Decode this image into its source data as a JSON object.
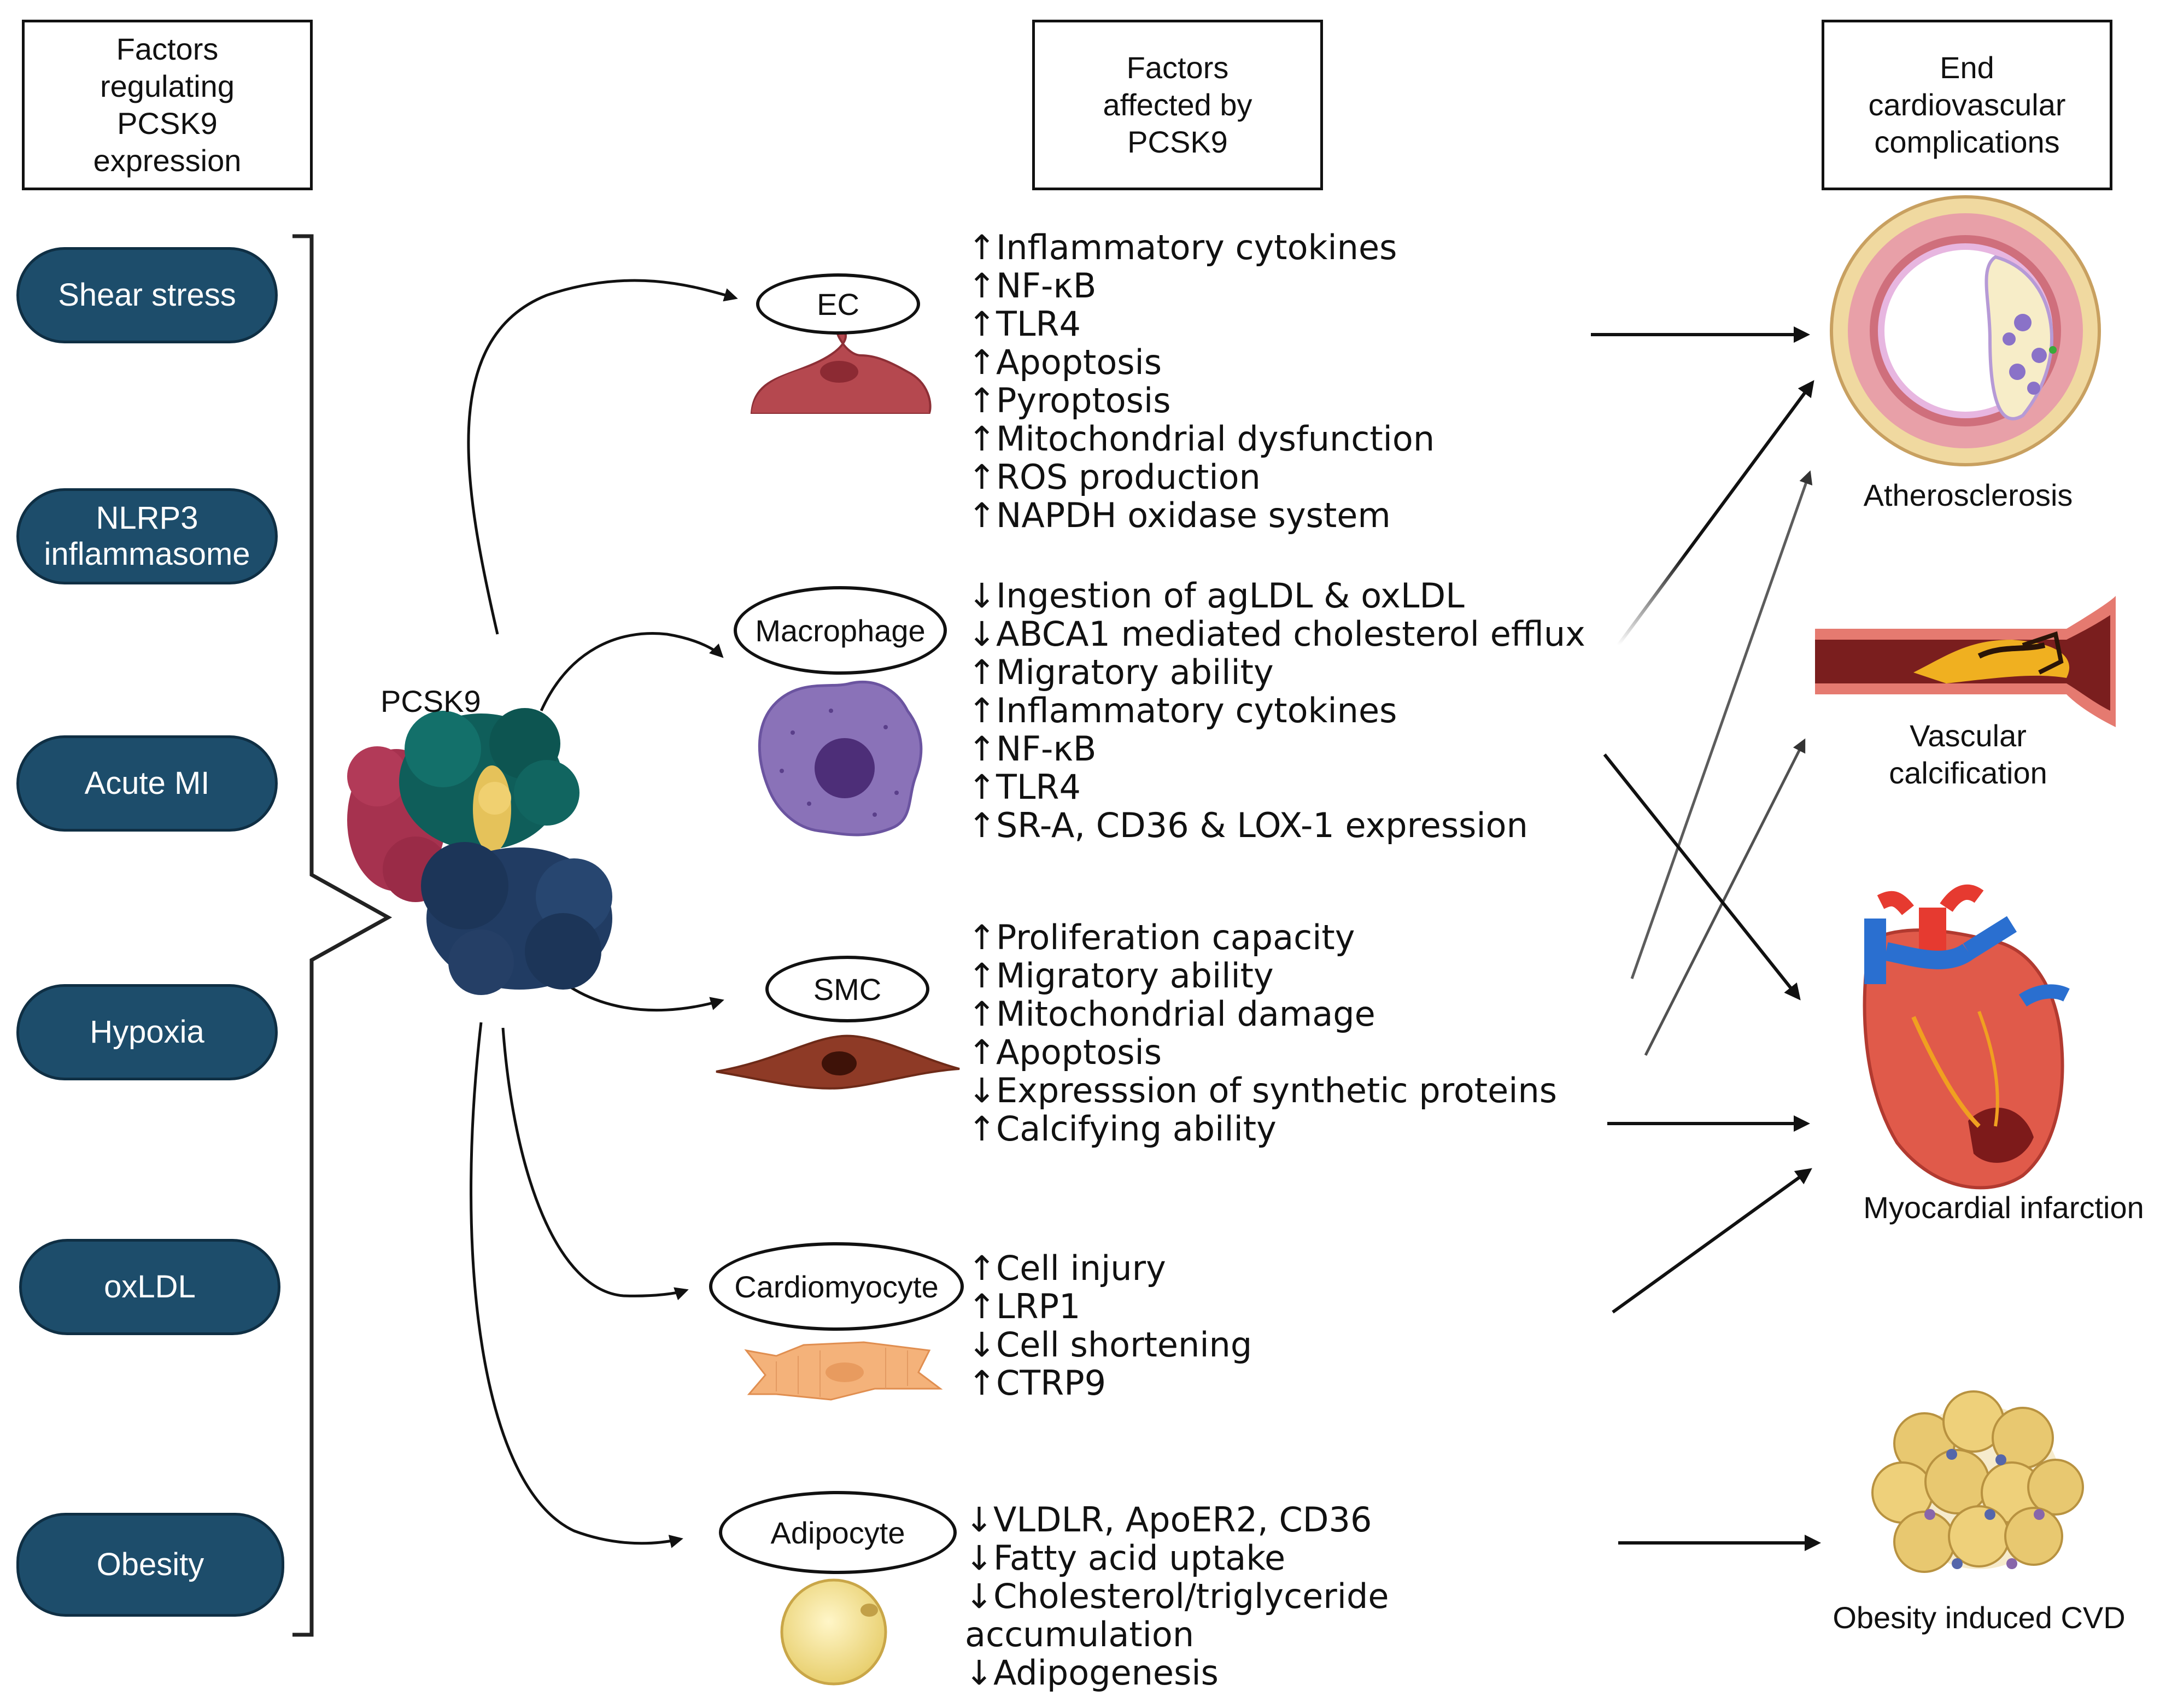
{
  "headers": {
    "left": "Factors\nregulating\nPCSK9\nexpression",
    "middle": "Factors\naffected by\nPCSK9",
    "right": "End\ncardiovascular\ncomplications"
  },
  "regulators": [
    "Shear stress",
    "NLRP3\ninflammasome",
    "Acute MI",
    "Hypoxia",
    "oxLDL",
    "Obesity"
  ],
  "protein_label": "PCSK9",
  "cells": [
    {
      "label": "EC",
      "effects": [
        "↑Inflammatory cytokines",
        "↑NF-κB",
        "↑TLR4",
        "↑Apoptosis",
        "↑Pyroptosis",
        "↑Mitochondrial dysfunction",
        "↑ROS production",
        "↑NAPDH oxidase system"
      ]
    },
    {
      "label": "Macrophage",
      "effects": [
        "↓Ingestion of agLDL & oxLDL",
        "↓ABCA1 mediated cholesterol efflux",
        "↑Migratory ability",
        "↑Inflammatory cytokines",
        "↑NF-κB",
        "↑TLR4",
        "↑SR-A, CD36 & LOX-1 expression"
      ]
    },
    {
      "label": "SMC",
      "effects": [
        "↑Proliferation capacity",
        "↑Migratory ability",
        "↑Mitochondrial damage",
        "↑Apoptosis",
        "↓Expresssion of synthetic proteins",
        "↑Calcifying ability"
      ]
    },
    {
      "label": "Cardiomyocyte",
      "effects": [
        "↑Cell injury",
        "↑LRP1",
        "↓Cell shortening",
        "↑CTRP9"
      ]
    },
    {
      "label": "Adipocyte",
      "effects": [
        "↓VLDLR, ApoER2, CD36",
        "↓Fatty acid uptake",
        "↓Cholesterol/triglyceride",
        "accumulation",
        "↓Adipogenesis"
      ]
    }
  ],
  "outcomes": [
    "Atherosclerosis",
    "Vascular\ncalcification",
    "Myocardial infarction",
    "Obesity induced CVD"
  ],
  "colors": {
    "pill_fill": "#1d4d6b",
    "ec_cell": "#b5484f",
    "macrophage": "#8a72b8",
    "smc_cell": "#8e3a26",
    "cardiomyocyte": "#f4b27a",
    "adipocyte": "#f2dc8c",
    "protein_red": "#a6324f",
    "protein_teal": "#0f5e5a",
    "protein_navy": "#213c63",
    "protein_yellow": "#e5c25a"
  },
  "icons": [
    "ec-cell-icon",
    "macrophage-icon",
    "smc-cell-icon",
    "cardiomyocyte-icon",
    "adipocyte-icon",
    "pcsk9-protein-icon",
    "artery-cross-section-icon",
    "calcified-vessel-icon",
    "heart-icon",
    "fat-cluster-icon"
  ]
}
